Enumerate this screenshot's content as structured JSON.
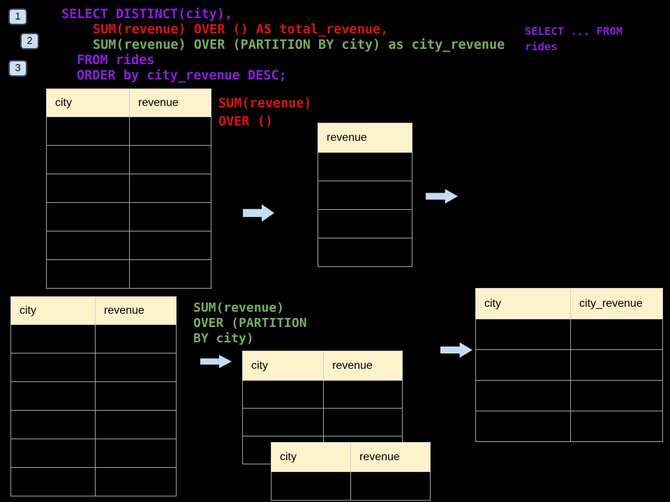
{
  "colors": {
    "purple": "#8A1FE0",
    "red": "#DE1111",
    "green": "#79AD5F",
    "cream": "#FCF2CC",
    "arrow": "#C7DBF2",
    "badge_fill": "#CBDFF3",
    "badge_border": "#3F464C",
    "grid_line": "#A6A6A6",
    "grid_outer": "#CFCFCF",
    "header_text": "#000000"
  },
  "badges": {
    "step1": "1",
    "step2": "2",
    "step3": "3"
  },
  "code": {
    "lines": [
      {
        "text": "SELECT DISTINCT(city),",
        "color": "purple",
        "indent": 0
      },
      {
        "text": "SUM(revenue) OVER () AS total_revenue,",
        "color": "red",
        "indent": 2
      },
      {
        "text": "SUM(revenue) OVER (PARTITION BY city) as city_revenue",
        "color": "green",
        "indent": 2
      },
      {
        "text": "FROM rides",
        "color": "purple",
        "indent": 1
      },
      {
        "text": "ORDER by city_revenue DESC;",
        "color": "purple",
        "indent": 1
      }
    ]
  },
  "side_note": {
    "lines": [
      "SELECT ... FROM",
      "rides"
    ]
  },
  "labels": {
    "total": {
      "lines": [
        "SUM(revenue)",
        "OVER ()"
      ]
    },
    "partition": {
      "lines": [
        "SUM(revenue)",
        "OVER (PARTITION",
        "BY city)"
      ]
    }
  },
  "tables": {
    "source_top": {
      "headers": [
        "city",
        "revenue"
      ],
      "empty_rows": 6
    },
    "total_result": {
      "headers": [
        "revenue"
      ],
      "empty_rows": 4
    },
    "source_bottom": {
      "headers": [
        "city",
        "revenue"
      ],
      "empty_rows": 6
    },
    "partition_back": {
      "headers": [
        "city",
        "revenue"
      ],
      "empty_rows": 3
    },
    "partition_front": {
      "headers": [
        "city",
        "revenue"
      ],
      "empty_rows": 1
    },
    "city_result": {
      "headers": [
        "city",
        "city_revenue"
      ],
      "empty_rows": 4
    }
  },
  "icons": {
    "arrows": [
      "right-block-arrow",
      "right-block-arrow",
      "right-block-arrow",
      "right-block-arrow"
    ]
  }
}
